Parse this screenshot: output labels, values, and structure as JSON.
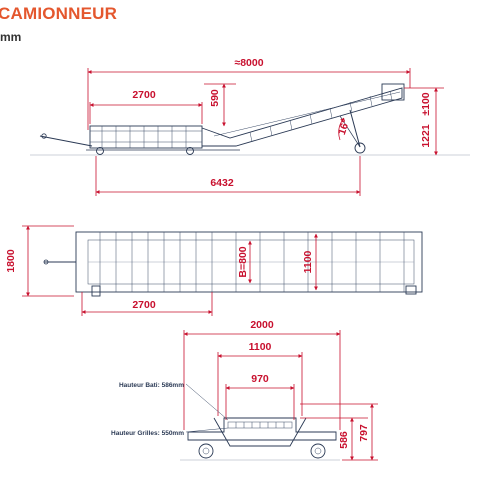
{
  "header": {
    "title": "CAMIONNEUR",
    "subtitle": "mm"
  },
  "colors": {
    "brand": "#e4572e",
    "dimension": "#c8102e",
    "drawing": "#2b3a55"
  },
  "side_view": {
    "overall_length": "≈8000",
    "horizontal_section": "2700",
    "hopper_height": "590",
    "angle": "16°",
    "ground_length": "6432",
    "height": "1221",
    "height_tolerance": "±100"
  },
  "top_view": {
    "width": "1800",
    "belt_width": "B=800",
    "inner_width": "1100",
    "section_length": "2700"
  },
  "front_view": {
    "overall_width": "2000",
    "frame_width": "1100",
    "grille_width": "970",
    "frame_height_label": "Hauteur Bati: 586mm",
    "grille_height_label": "Hauteur Grilles: 550mm",
    "height_a": "586",
    "height_b": "797"
  }
}
